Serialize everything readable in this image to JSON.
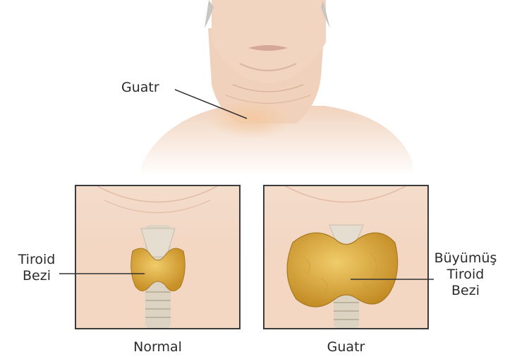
{
  "labels": {
    "top_goiter": "Guatr",
    "thyroid_line1": "Tiroid",
    "thyroid_line2": "Bezi",
    "enlarged_line1": "Büyümüş",
    "enlarged_line2": "Tiroid",
    "enlarged_line3": "Bezi",
    "caption_normal": "Normal",
    "caption_goiter": "Guatr"
  },
  "colors": {
    "skin": "#f3d9c6",
    "skin_shadow": "#e6bfa4",
    "thyroid": "#e2b349",
    "thyroid_dark": "#b98422",
    "trachea": "#d9d2c2",
    "frame": "#3b3b3b"
  }
}
